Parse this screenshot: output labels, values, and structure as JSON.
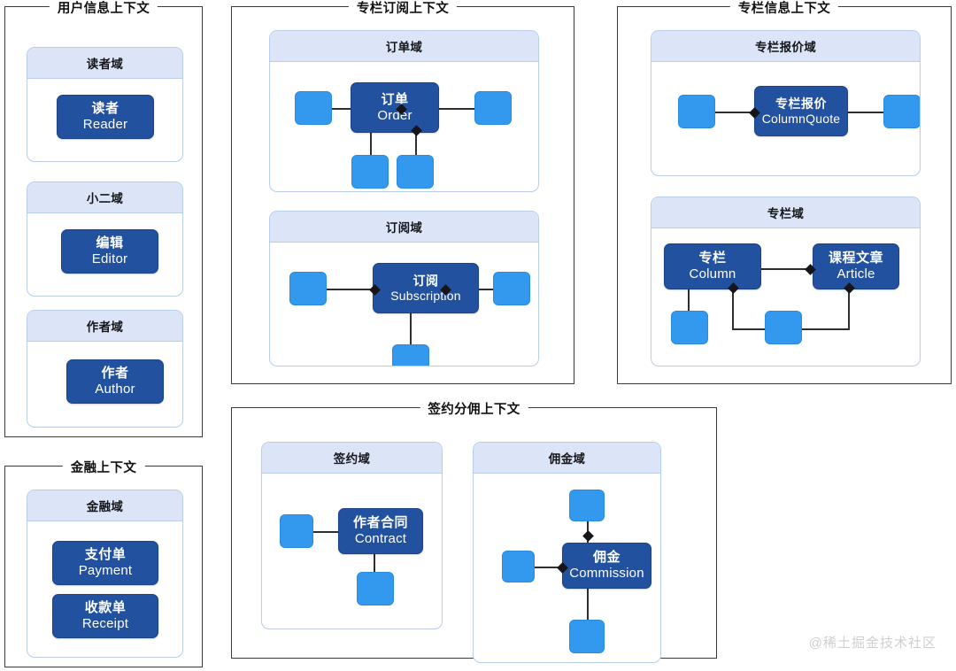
{
  "diagram": {
    "title": "DDD Bounded Context Map",
    "watermark": "@稀土掘金技术社区",
    "colors": {
      "aggregate_fill": "#22519f",
      "entity_fill": "#3399ee",
      "domain_header": "#dbe5f7",
      "domain_border": "#b9cdeb",
      "context_border": "#3a3a3a",
      "connector": "#2d2d33"
    }
  },
  "contexts": {
    "user_info": {
      "title": "用户信息上下文",
      "domains": {
        "reader": {
          "title": "读者域",
          "aggregate": {
            "cn": "读者",
            "en": "Reader"
          }
        },
        "editor": {
          "title": "小二域",
          "aggregate": {
            "cn": "编辑",
            "en": "Editor"
          }
        },
        "author": {
          "title": "作者域",
          "aggregate": {
            "cn": "作者",
            "en": "Author"
          }
        }
      }
    },
    "finance": {
      "title": "金融上下文",
      "domains": {
        "finance": {
          "title": "金融域",
          "aggregates": [
            {
              "cn": "支付单",
              "en": "Payment"
            },
            {
              "cn": "收款单",
              "en": "Receipt"
            }
          ]
        }
      }
    },
    "column_subscription": {
      "title": "专栏订阅上下文",
      "domains": {
        "order": {
          "title": "订单域",
          "aggregate": {
            "cn": "订单",
            "en": "Order"
          },
          "entity_count": 4
        },
        "subscription": {
          "title": "订阅域",
          "aggregate": {
            "cn": "订阅",
            "en": "Subscription"
          },
          "entity_count": 3
        }
      }
    },
    "column_info": {
      "title": "专栏信息上下文",
      "domains": {
        "column_quote": {
          "title": "专栏报价域",
          "aggregate": {
            "cn": "专栏报价",
            "en": "ColumnQuote"
          },
          "entity_count": 2
        },
        "column": {
          "title": "专栏域",
          "aggregates": [
            {
              "cn": "专栏",
              "en": "Column"
            },
            {
              "cn": "课程文章",
              "en": "Article"
            }
          ],
          "entity_count": 2
        }
      }
    },
    "contract_commission": {
      "title": "签约分佣上下文",
      "domains": {
        "contract": {
          "title": "签约域",
          "aggregate": {
            "cn": "作者合同",
            "en": "Contract"
          },
          "entity_count": 2
        },
        "commission": {
          "title": "佣金域",
          "aggregate": {
            "cn": "佣金",
            "en": "Commission"
          },
          "entity_count": 3
        }
      }
    }
  }
}
